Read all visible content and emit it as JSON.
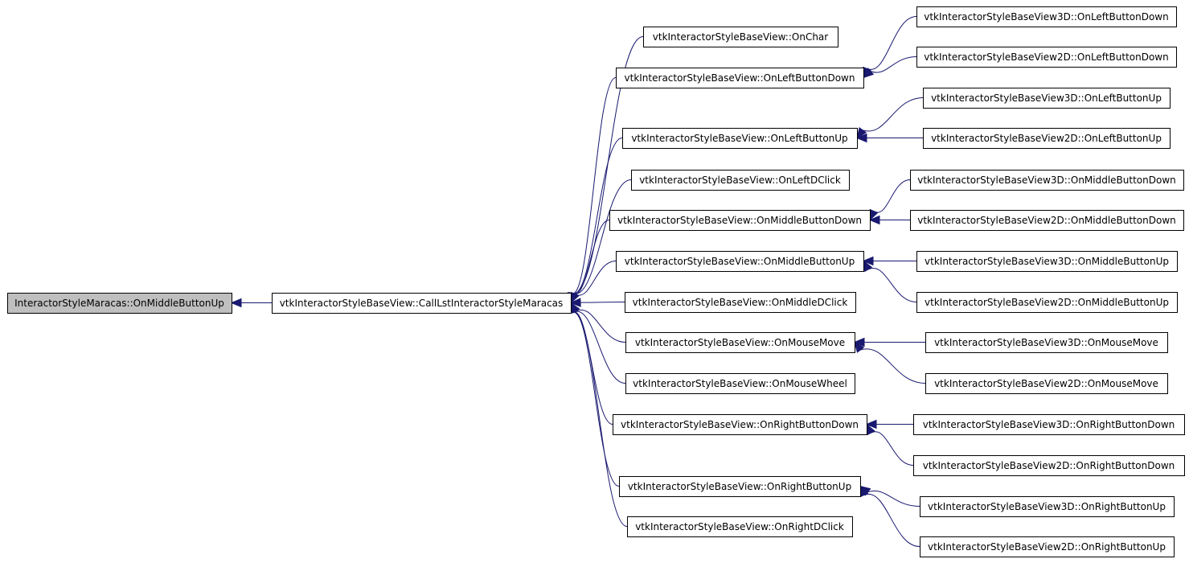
{
  "colors": {
    "edge": "#191970",
    "node_border": "#000000",
    "node_fill": "#ffffff",
    "highlight_fill": "#bfbfbf"
  },
  "nodes": [
    {
      "id": "root",
      "label": "InteractorStyleMaracas::OnMiddleButtonUp",
      "highlight": true
    },
    {
      "id": "call",
      "label": "vtkInteractorStyleBaseView::CallLstInteractorStyleMaracas"
    },
    {
      "id": "onchar",
      "label": "vtkInteractorStyleBaseView::OnChar"
    },
    {
      "id": "onleftdown",
      "label": "vtkInteractorStyleBaseView::OnLeftButtonDown"
    },
    {
      "id": "onleftup",
      "label": "vtkInteractorStyleBaseView::OnLeftButtonUp"
    },
    {
      "id": "onleftdclick",
      "label": "vtkInteractorStyleBaseView::OnLeftDClick"
    },
    {
      "id": "onmiddledown",
      "label": "vtkInteractorStyleBaseView::OnMiddleButtonDown"
    },
    {
      "id": "onmiddleup",
      "label": "vtkInteractorStyleBaseView::OnMiddleButtonUp"
    },
    {
      "id": "onmiddledclick",
      "label": "vtkInteractorStyleBaseView::OnMiddleDClick"
    },
    {
      "id": "onmousemove",
      "label": "vtkInteractorStyleBaseView::OnMouseMove"
    },
    {
      "id": "onmousewheel",
      "label": "vtkInteractorStyleBaseView::OnMouseWheel"
    },
    {
      "id": "onrightdown",
      "label": "vtkInteractorStyleBaseView::OnRightButtonDown"
    },
    {
      "id": "onrightup",
      "label": "vtkInteractorStyleBaseView::OnRightButtonUp"
    },
    {
      "id": "onrightdclick",
      "label": "vtkInteractorStyleBaseView::OnRightDClick"
    },
    {
      "id": "v3d_leftdown",
      "label": "vtkInteractorStyleBaseView3D::OnLeftButtonDown"
    },
    {
      "id": "v2d_leftdown",
      "label": "vtkInteractorStyleBaseView2D::OnLeftButtonDown"
    },
    {
      "id": "v3d_leftup",
      "label": "vtkInteractorStyleBaseView3D::OnLeftButtonUp"
    },
    {
      "id": "v2d_leftup",
      "label": "vtkInteractorStyleBaseView2D::OnLeftButtonUp"
    },
    {
      "id": "v3d_middledown",
      "label": "vtkInteractorStyleBaseView3D::OnMiddleButtonDown"
    },
    {
      "id": "v2d_middledown",
      "label": "vtkInteractorStyleBaseView2D::OnMiddleButtonDown"
    },
    {
      "id": "v3d_middleup",
      "label": "vtkInteractorStyleBaseView3D::OnMiddleButtonUp"
    },
    {
      "id": "v2d_middleup",
      "label": "vtkInteractorStyleBaseView2D::OnMiddleButtonUp"
    },
    {
      "id": "v3d_mousemove",
      "label": "vtkInteractorStyleBaseView3D::OnMouseMove"
    },
    {
      "id": "v2d_mousemove",
      "label": "vtkInteractorStyleBaseView2D::OnMouseMove"
    },
    {
      "id": "v3d_rightdown",
      "label": "vtkInteractorStyleBaseView3D::OnRightButtonDown"
    },
    {
      "id": "v2d_rightdown",
      "label": "vtkInteractorStyleBaseView2D::OnRightButtonDown"
    },
    {
      "id": "v3d_rightup",
      "label": "vtkInteractorStyleBaseView3D::OnRightButtonUp"
    },
    {
      "id": "v2d_rightup",
      "label": "vtkInteractorStyleBaseView2D::OnRightButtonUp"
    }
  ],
  "edges": [
    {
      "from": "call",
      "to": "root"
    },
    {
      "from": "onchar",
      "to": "call"
    },
    {
      "from": "onleftdown",
      "to": "call"
    },
    {
      "from": "onleftup",
      "to": "call"
    },
    {
      "from": "onleftdclick",
      "to": "call"
    },
    {
      "from": "onmiddledown",
      "to": "call"
    },
    {
      "from": "onmiddleup",
      "to": "call"
    },
    {
      "from": "onmiddledclick",
      "to": "call"
    },
    {
      "from": "onmousemove",
      "to": "call"
    },
    {
      "from": "onmousewheel",
      "to": "call"
    },
    {
      "from": "onrightdown",
      "to": "call"
    },
    {
      "from": "onrightup",
      "to": "call"
    },
    {
      "from": "onrightdclick",
      "to": "call"
    },
    {
      "from": "v3d_leftdown",
      "to": "onleftdown"
    },
    {
      "from": "v2d_leftdown",
      "to": "onleftdown"
    },
    {
      "from": "v3d_leftup",
      "to": "onleftup"
    },
    {
      "from": "v2d_leftup",
      "to": "onleftup"
    },
    {
      "from": "v3d_middledown",
      "to": "onmiddledown"
    },
    {
      "from": "v2d_middledown",
      "to": "onmiddledown"
    },
    {
      "from": "v3d_middleup",
      "to": "onmiddleup"
    },
    {
      "from": "v2d_middleup",
      "to": "onmiddleup"
    },
    {
      "from": "v3d_mousemove",
      "to": "onmousemove"
    },
    {
      "from": "v2d_mousemove",
      "to": "onmousemove"
    },
    {
      "from": "v3d_rightdown",
      "to": "onrightdown"
    },
    {
      "from": "v2d_rightdown",
      "to": "onrightdown"
    },
    {
      "from": "v3d_rightup",
      "to": "onrightup"
    },
    {
      "from": "v2d_rightup",
      "to": "onrightup"
    }
  ]
}
